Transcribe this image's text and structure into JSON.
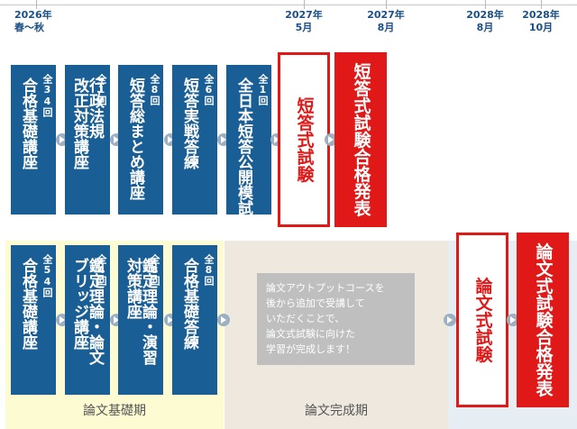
{
  "timeline": [
    {
      "line1": "2026年",
      "line2": "春〜秋"
    },
    {
      "line1": "2027年",
      "line2": "5月"
    },
    {
      "line1": "2027年",
      "line2": "8月"
    },
    {
      "line1": "2028年",
      "line2": "8月"
    },
    {
      "line1": "2028年",
      "line2": "10月"
    }
  ],
  "tanto_row": {
    "courses": [
      {
        "count": "全34回",
        "name": "合格基礎講座"
      },
      {
        "count": "全1回",
        "name_lines": [
          "行政法規",
          "改正対策講座"
        ]
      },
      {
        "count": "全8回",
        "name": "短答総まとめ講座"
      },
      {
        "count": "全6回",
        "name": "短答実戦答練"
      },
      {
        "count": "全1回",
        "name": "全日本短答公開模試"
      }
    ],
    "exam": "短答式試験",
    "result": "短答式試験合格発表"
  },
  "ronbun_row": {
    "courses": [
      {
        "count": "全54回",
        "name": "合格基礎講座"
      },
      {
        "count": "全4回",
        "name_lines": [
          "鑑定理論・論文",
          "ブリッジ講座"
        ]
      },
      {
        "count": "全8回",
        "name_lines": [
          "鑑定理論・演習",
          "対策講座"
        ]
      },
      {
        "count": "全8回",
        "name": "合格基礎答練"
      }
    ],
    "note_lines": [
      "論文アウトプットコースを",
      "後から追加で受講して",
      "いただくことで、",
      "論文式試験に向けた",
      "学習が完成します！"
    ],
    "exam": "論文式試験",
    "result": "論文式試験合格発表"
  },
  "phases": {
    "basic": "論文基礎期",
    "complete": "論文完成期"
  },
  "colors": {
    "course_blue": "#1a5e96",
    "exam_red": "#e01818",
    "basic_phase_bg": "#fdfbd2",
    "complete_phase_bg": "#efe8df",
    "timeline_text": "#1b4f86"
  }
}
